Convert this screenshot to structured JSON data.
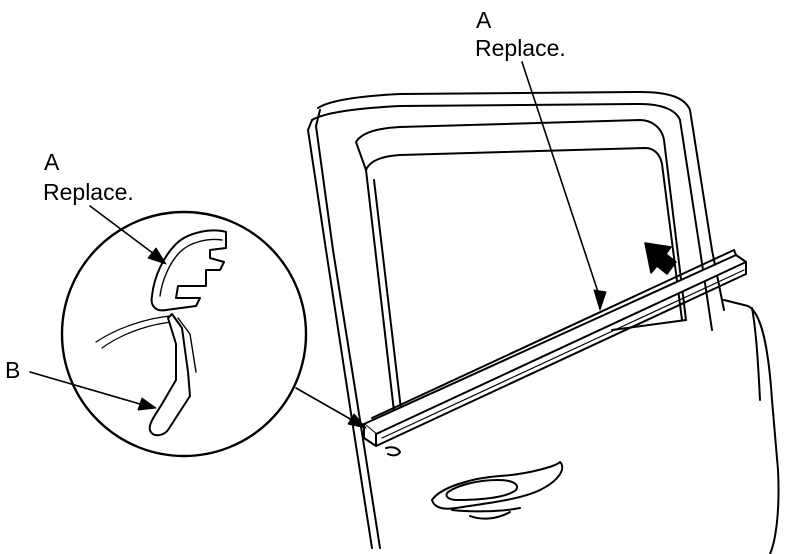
{
  "callouts": {
    "part_a_main": {
      "letter": "A",
      "note": "Replace."
    },
    "part_a_detail": {
      "letter": "A",
      "note": "Replace."
    },
    "part_b": {
      "letter": "B"
    }
  },
  "colors": {
    "line": "#000000",
    "background": "#ffffff"
  }
}
